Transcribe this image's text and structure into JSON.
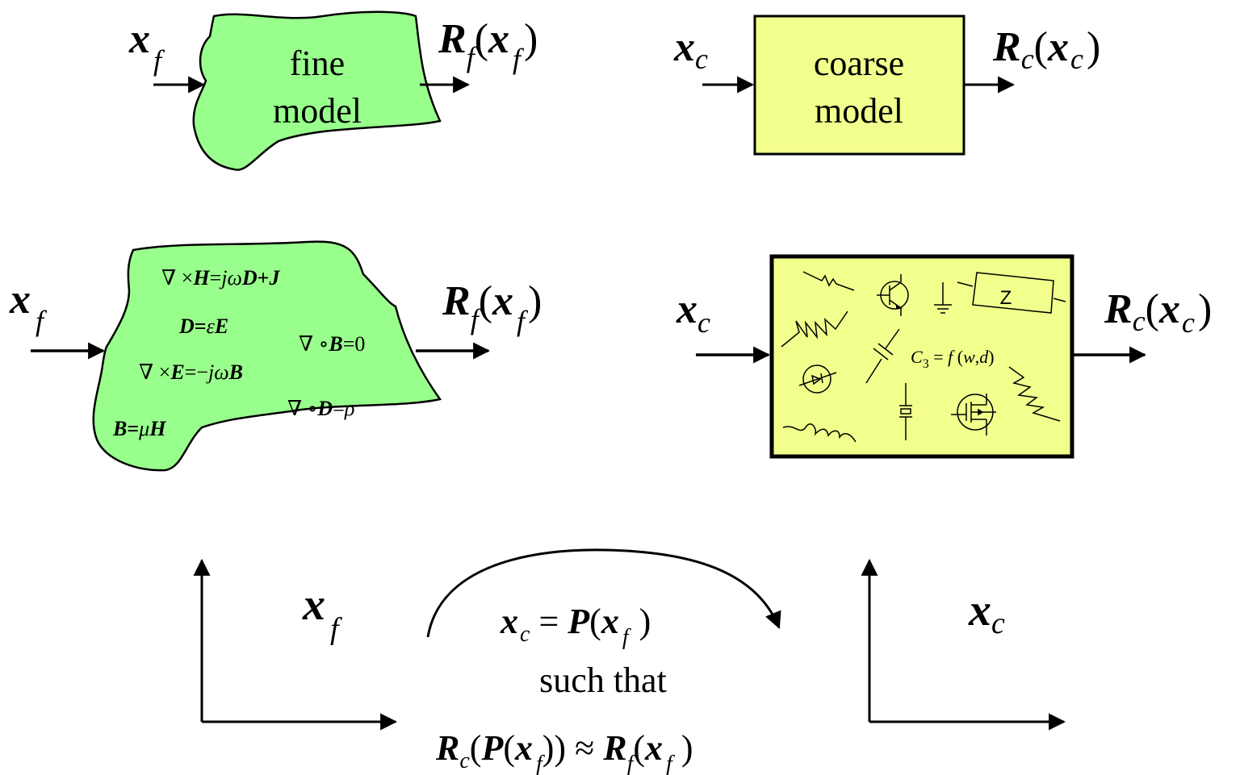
{
  "colors": {
    "fine_fill": "#99ff8c",
    "coarse_fill": "#f2ff8c",
    "stroke": "#000000"
  },
  "top_fine": {
    "input": [
      "x",
      "f"
    ],
    "label_line1": "fine",
    "label_line2": "model",
    "output": [
      "R",
      "f",
      "(",
      "x",
      "f",
      ")"
    ]
  },
  "top_coarse": {
    "input": [
      "x",
      "c"
    ],
    "label_line1": "coarse",
    "label_line2": "model",
    "output": [
      "R",
      "c",
      "(",
      "x",
      "c",
      ")"
    ]
  },
  "mid_fine": {
    "input": [
      "x",
      "f"
    ],
    "output": [
      "R",
      "f",
      "(",
      "x",
      "f",
      ")"
    ],
    "equations": {
      "curl_h": [
        "∇ ×",
        "H",
        "=",
        "j",
        "ω",
        "D",
        "+",
        "J"
      ],
      "d_eps": [
        "D",
        "=",
        "ε",
        "E"
      ],
      "div_b": [
        "∇ ∘",
        "B",
        "=0"
      ],
      "curl_e": [
        "∇ ×",
        "E",
        "=−",
        "j",
        "ω",
        "B"
      ],
      "div_d": [
        "∇ ∘",
        "D",
        "=",
        "ρ"
      ],
      "b_mu": [
        "B",
        "=",
        "μ",
        "H"
      ]
    }
  },
  "mid_coarse": {
    "input": [
      "x",
      "c"
    ],
    "output": [
      "R",
      "c",
      "(",
      "x",
      "c",
      ")"
    ],
    "impedance_label": "Z",
    "capacitor_formula": [
      "C",
      "3",
      " = ",
      "f",
      " (",
      "w",
      ",",
      "d",
      ")"
    ]
  },
  "bottom": {
    "left_space_label": [
      "x",
      "f"
    ],
    "right_space_label": [
      "x",
      "c"
    ],
    "mapping": [
      "x",
      "c",
      " = ",
      "P",
      "(",
      "x",
      "f",
      " )"
    ],
    "such_that": "such that",
    "condition": [
      "R",
      "c",
      "(",
      "P",
      "(",
      "x",
      "f",
      ")) ≈ ",
      "R",
      "f",
      "(",
      "x",
      "f",
      " )"
    ]
  }
}
